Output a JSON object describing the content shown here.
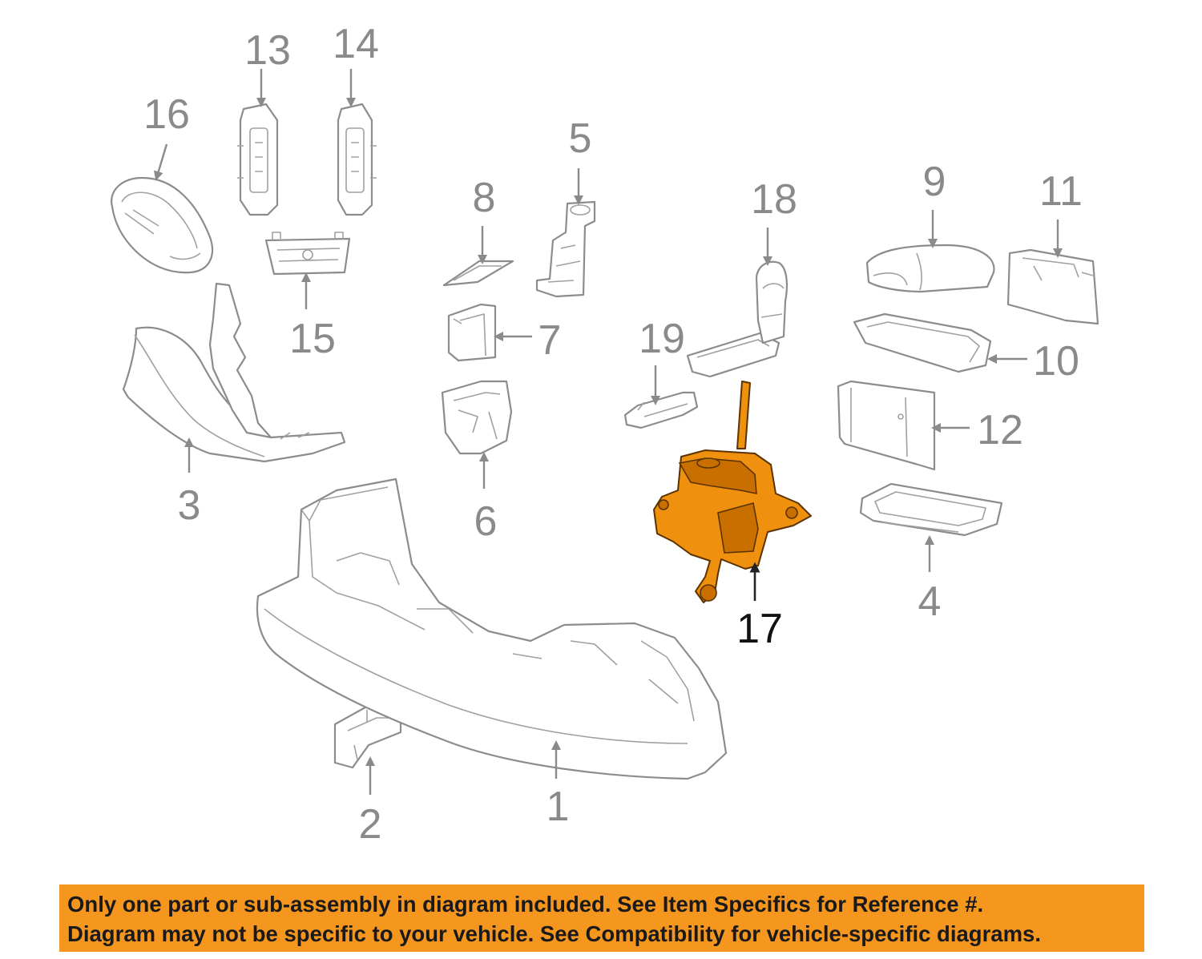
{
  "callouts": {
    "c1": "1",
    "c2": "2",
    "c3": "3",
    "c4": "4",
    "c5": "5",
    "c6": "6",
    "c7": "7",
    "c8": "8",
    "c9": "9",
    "c10": "10",
    "c11": "11",
    "c12": "12",
    "c13": "13",
    "c14": "14",
    "c15": "15",
    "c16": "16",
    "c17": "17",
    "c18": "18",
    "c19": "19"
  },
  "highlighted_part": "17",
  "colors": {
    "highlight": "#f0900f",
    "banner": "#f5961e",
    "line": "#8c8c8c"
  },
  "disclaimer": {
    "line1": "Only one part or sub-assembly in diagram included. See Item Specifics for Reference #.",
    "line2": "Diagram may not be specific to your vehicle. See Compatibility for vehicle-specific diagrams."
  }
}
